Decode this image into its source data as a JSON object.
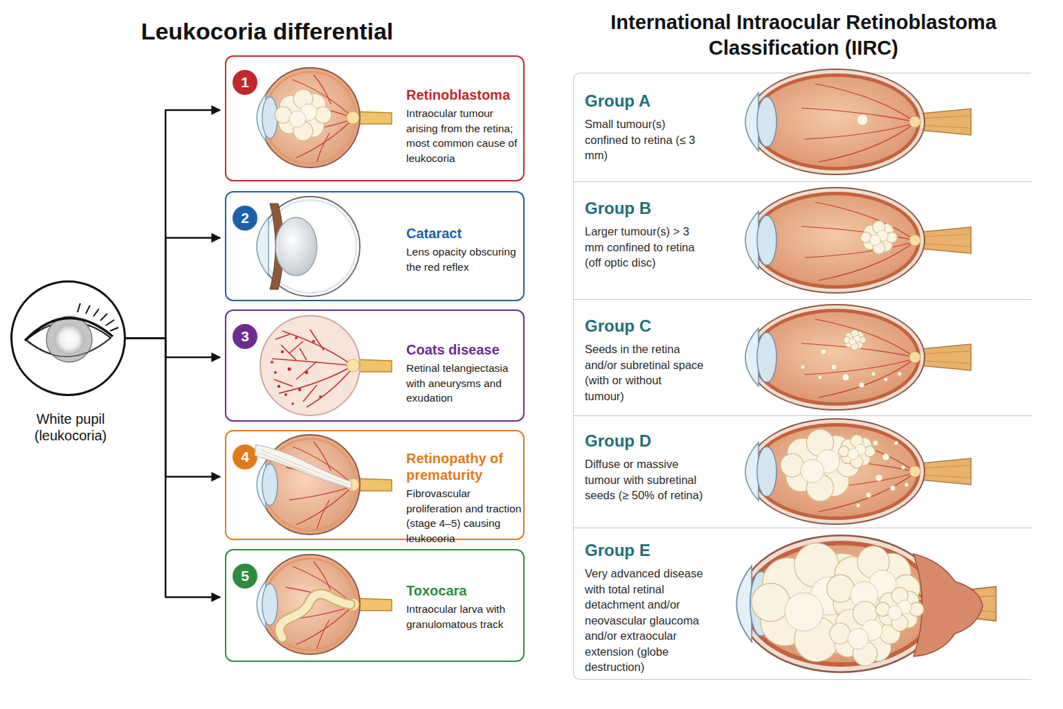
{
  "diagram": {
    "title": "Leukocoria differential",
    "nodes": [
      {
        "text": [
          "White pupil (leukocoria)"
        ]
      },
      {
        "text": [
          "1",
          "Retinoblastoma",
          "Intraocular tumour arising from the retina; most common cause of leukocoria"
        ]
      },
      {
        "text": [
          "2",
          "Cataract",
          "Lens opacity obscuring the red reflex"
        ]
      },
      {
        "text": [
          "3",
          "Coats disease",
          "Retinal telangiectasia with aneurysms and exudation"
        ]
      },
      {
        "text": [
          "4",
          "Retinopathy of prematurity",
          "Fibrovascular proliferation and traction (stage 4–5) causing leukocoria"
        ]
      },
      {
        "text": [
          "5",
          "Toxocara",
          "Intraocular larva with granulomatous track"
        ]
      },
      {
        "text": [
          "International Intraocular Retinoblastoma Classification (IIRC)"
        ]
      },
      {
        "text": [
          "Group A",
          "Small tumour(s) confined to retina (≤ 3 mm)"
        ],
        "in": 6
      },
      {
        "text": [
          "Group B",
          "Larger tumour(s) > 3 mm confined to retina (off optic disc)"
        ],
        "in": 6
      },
      {
        "text": [
          "Group C",
          "Seeds in the retina and/or subretinal space (with or without tumour)"
        ],
        "in": 6
      },
      {
        "text": [
          "Group D",
          "Diffuse or massive tumour with subretinal seeds (≥ 50% of retina)"
        ],
        "in": 6
      },
      {
        "text": [
          "Group E",
          "Very advanced disease with total retinal detachment and/or neovascular glaucoma and/or extraocular extension (globe destruction)"
        ],
        "in": 6
      }
    ],
    "edges": [
      {
        "from": 0,
        "to": 1,
        "arrow": "to"
      },
      {
        "from": 0,
        "to": 2,
        "arrow": "to"
      },
      {
        "from": 0,
        "to": 3,
        "arrow": "to"
      },
      {
        "from": 0,
        "to": 4,
        "arrow": "to"
      },
      {
        "from": 0,
        "to": 5,
        "arrow": "to"
      }
    ]
  }
}
